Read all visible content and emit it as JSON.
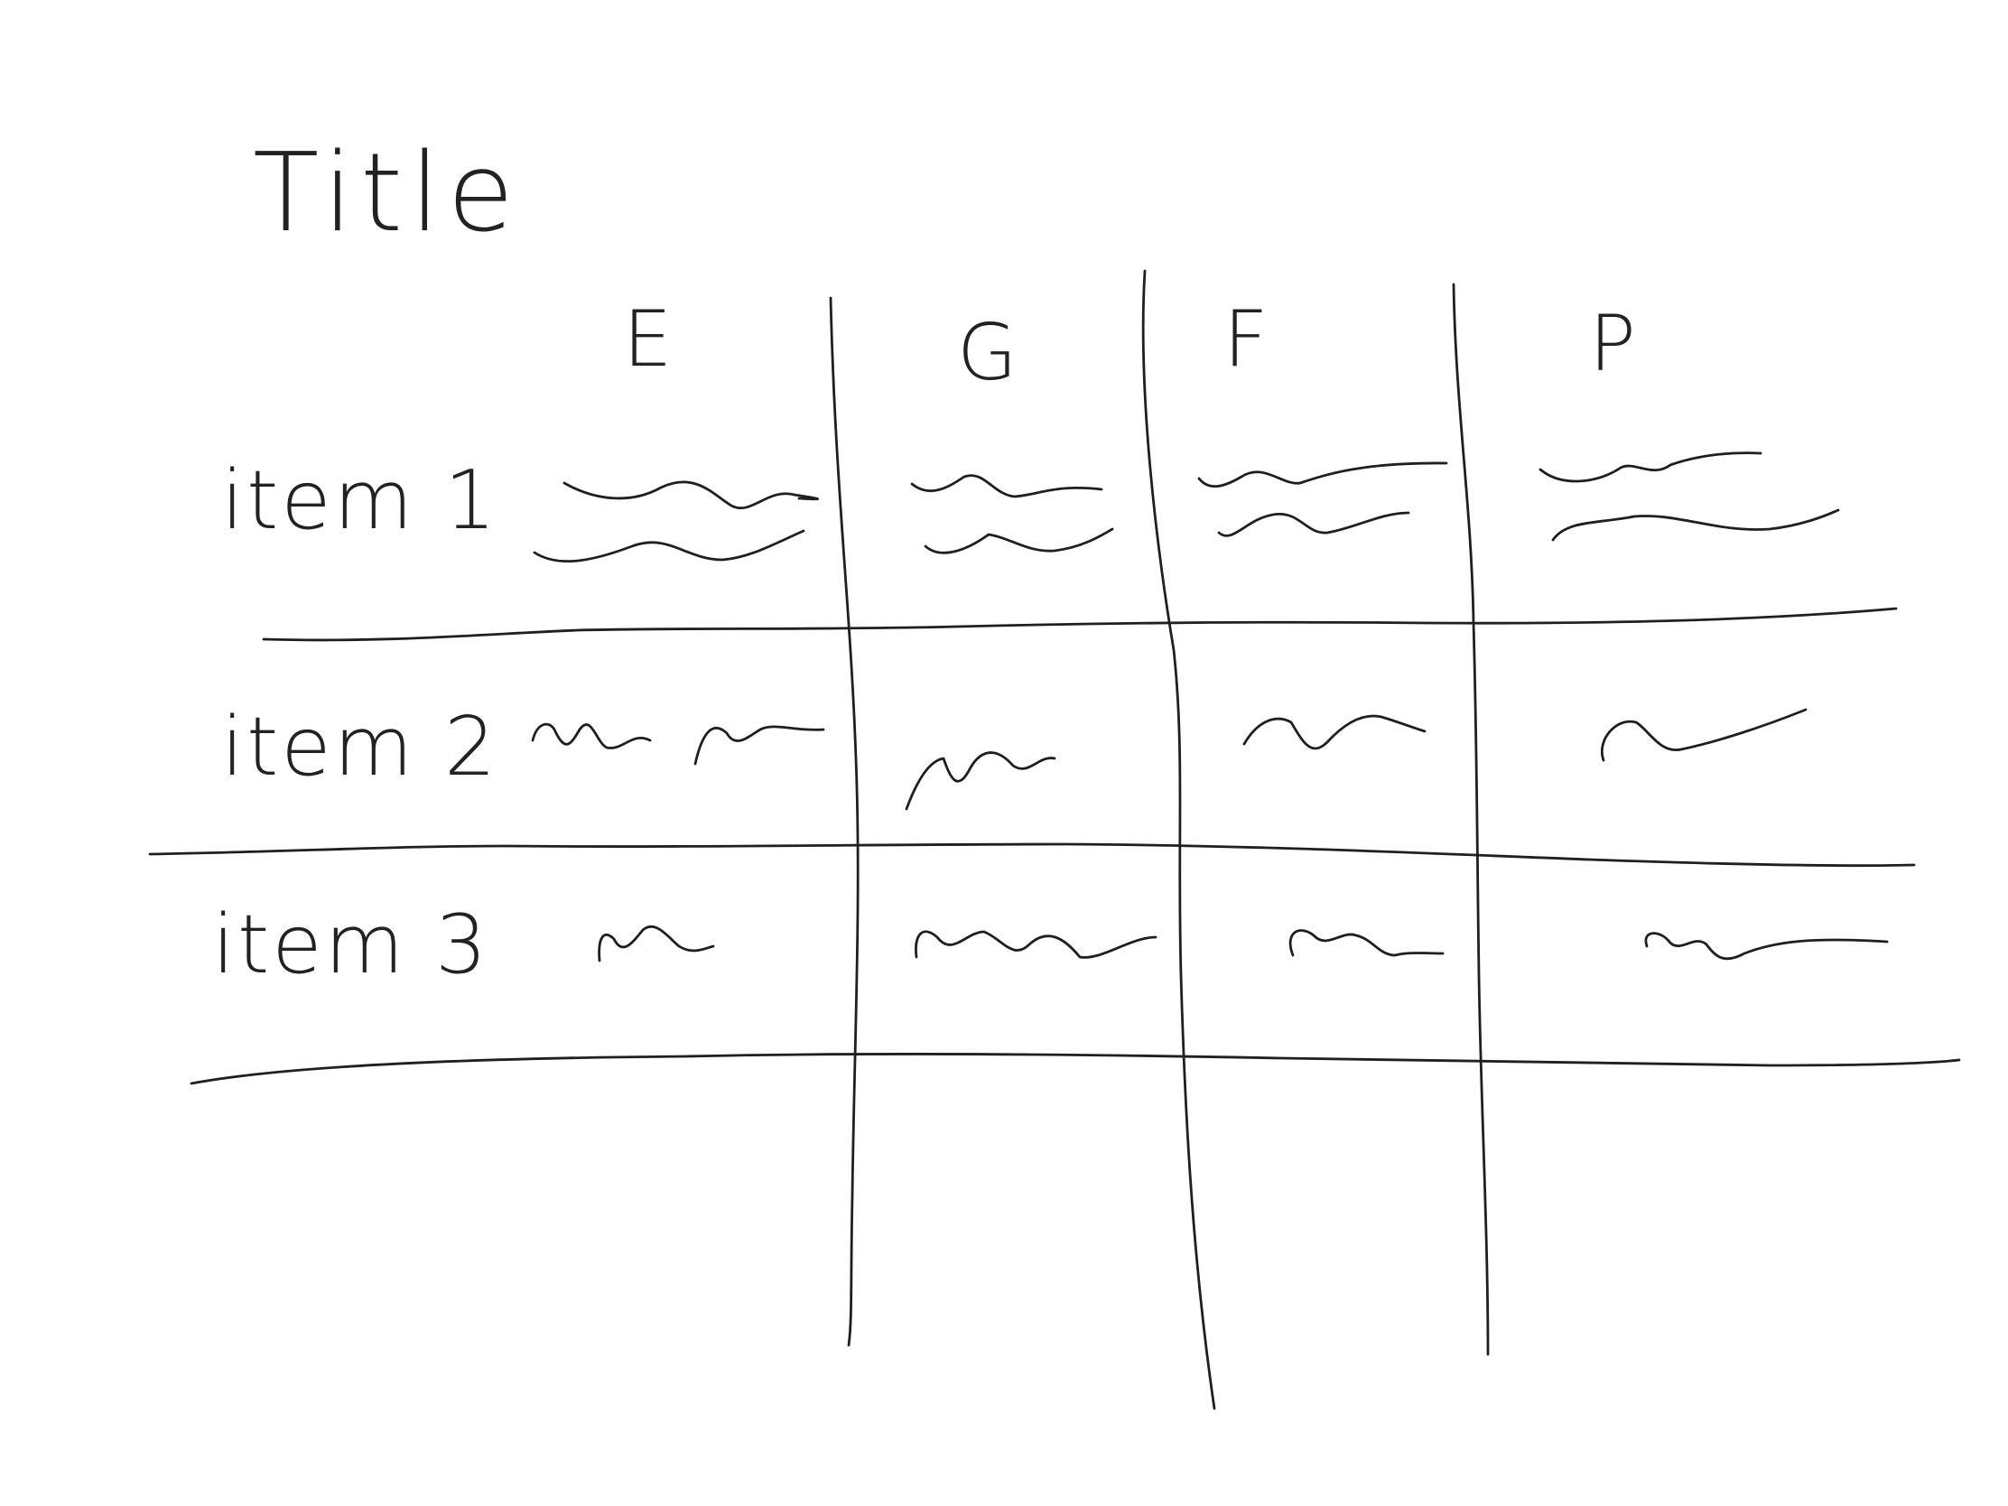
{
  "title": "Title",
  "columns": [
    "E",
    "G",
    "F",
    "P"
  ],
  "rows": [
    {
      "label": "item 1"
    },
    {
      "label": "item 2"
    },
    {
      "label": "item 3"
    }
  ],
  "cell_content": "placeholder scribbles",
  "colors": {
    "background": "#ffffff",
    "ink": "#1f1f1f"
  }
}
